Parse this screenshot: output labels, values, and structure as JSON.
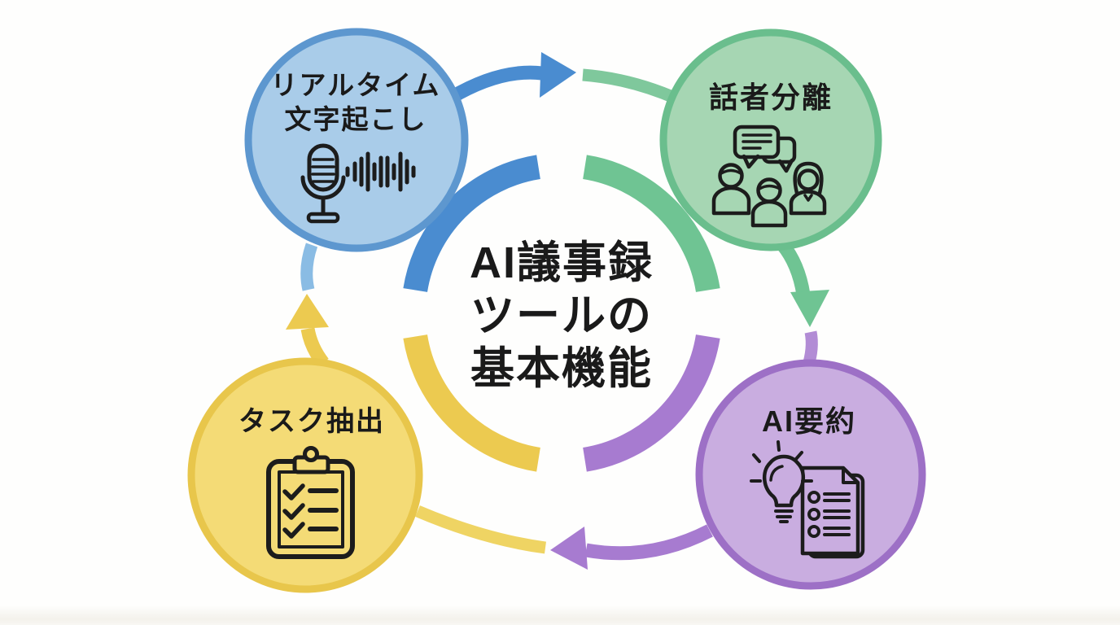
{
  "background": {
    "color": "#FEFEFD"
  },
  "title": {
    "lines": [
      "AI議事録",
      "ツールの",
      "基本機能"
    ],
    "color": "#1A1A1A"
  },
  "icon_stroke": "#1C1C1C",
  "nodes": [
    {
      "id": "realtime-transcription",
      "label_lines": [
        "リアルタイム",
        "文字起こし"
      ],
      "icon": "microphone-waveform-icon",
      "position": "top-left",
      "colors": {
        "fill": "#A9CCE9",
        "border": "#5D97CF",
        "accent": "#4A8CD0",
        "incoming": "#8ABCE4"
      }
    },
    {
      "id": "speaker-separation",
      "label_lines": [
        "話者分離"
      ],
      "icon": "speech-bubbles-people-icon",
      "position": "top-right",
      "colors": {
        "fill": "#A6D6B3",
        "border": "#6ABE8D",
        "accent": "#6FC493",
        "incoming": "#7FC89C"
      }
    },
    {
      "id": "ai-summary",
      "label_lines": [
        "AI要約"
      ],
      "icon": "lightbulb-document-icon",
      "position": "bottom-right",
      "colors": {
        "fill": "#C9ADE0",
        "border": "#9D70C6",
        "accent": "#A77BD0",
        "incoming": "#B28CD5"
      }
    },
    {
      "id": "task-extraction",
      "label_lines": [
        "タスク抽出"
      ],
      "icon": "clipboard-checklist-icon",
      "position": "bottom-left",
      "colors": {
        "fill": "#F4DB76",
        "border": "#E8C64B",
        "accent": "#ECCA50",
        "incoming": "#EFD463"
      }
    }
  ],
  "connections": [
    {
      "from": "realtime-transcription",
      "to": "speaker-separation"
    },
    {
      "from": "speaker-separation",
      "to": "ai-summary"
    },
    {
      "from": "ai-summary",
      "to": "task-extraction"
    },
    {
      "from": "task-extraction",
      "to": "realtime-transcription"
    }
  ],
  "flow_direction": "clockwise"
}
